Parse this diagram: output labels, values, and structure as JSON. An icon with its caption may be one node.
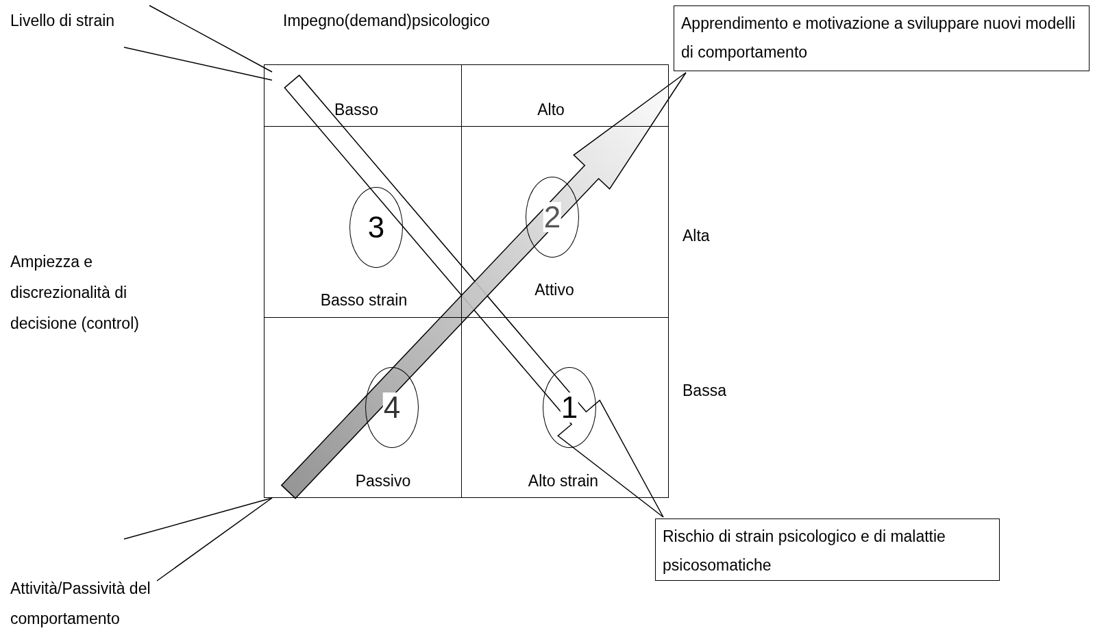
{
  "diagram": {
    "nodes": [
      {
        "text": [
          "Livello di strain"
        ]
      },
      {
        "text": [
          "Apprendimento e motivazione a sviluppare nuovi modelli di comportamento"
        ]
      },
      {
        "text": [
          "Rischio di strain psicologico e di malattie psicosomatiche"
        ]
      },
      {
        "text": [
          "Attività/Passività del comportamento"
        ]
      },
      {
        "text": [],
        "shape": "box"
      },
      {
        "text": [
          "Basso"
        ],
        "in": 4
      },
      {
        "text": [
          "Alto"
        ],
        "in": 4
      },
      {
        "text": [
          "Basso strain"
        ],
        "in": 4
      },
      {
        "text": [
          "3"
        ],
        "in": 7
      },
      {
        "text": [
          "Attivo"
        ],
        "in": 4
      },
      {
        "text": [
          "2"
        ],
        "in": 9
      },
      {
        "text": [
          "Passivo"
        ],
        "in": 4
      },
      {
        "text": [
          "4"
        ],
        "in": 11
      },
      {
        "text": [
          "Alto strain"
        ],
        "in": 4
      },
      {
        "text": [
          "1"
        ],
        "in": 13
      }
    ],
    "edges": [
      {
        "from": 0,
        "to": 5,
        "arrow": "none"
      },
      {
        "from": 0,
        "to": 5,
        "arrow": "none"
      },
      {
        "from": null,
        "to": 2,
        "arrow": "to",
        "style": "thick"
      },
      {
        "from": null,
        "to": 1,
        "arrow": "to",
        "style": "thick"
      },
      {
        "from": 3,
        "to": 11,
        "arrow": "none"
      },
      {
        "from": 3,
        "to": 11,
        "arrow": "none"
      }
    ],
    "labels": [
      "Impegno(demand)psicologico",
      "Alta",
      "Bassa",
      "Ampiezza e discrezionalità di decisione (control)"
    ]
  }
}
